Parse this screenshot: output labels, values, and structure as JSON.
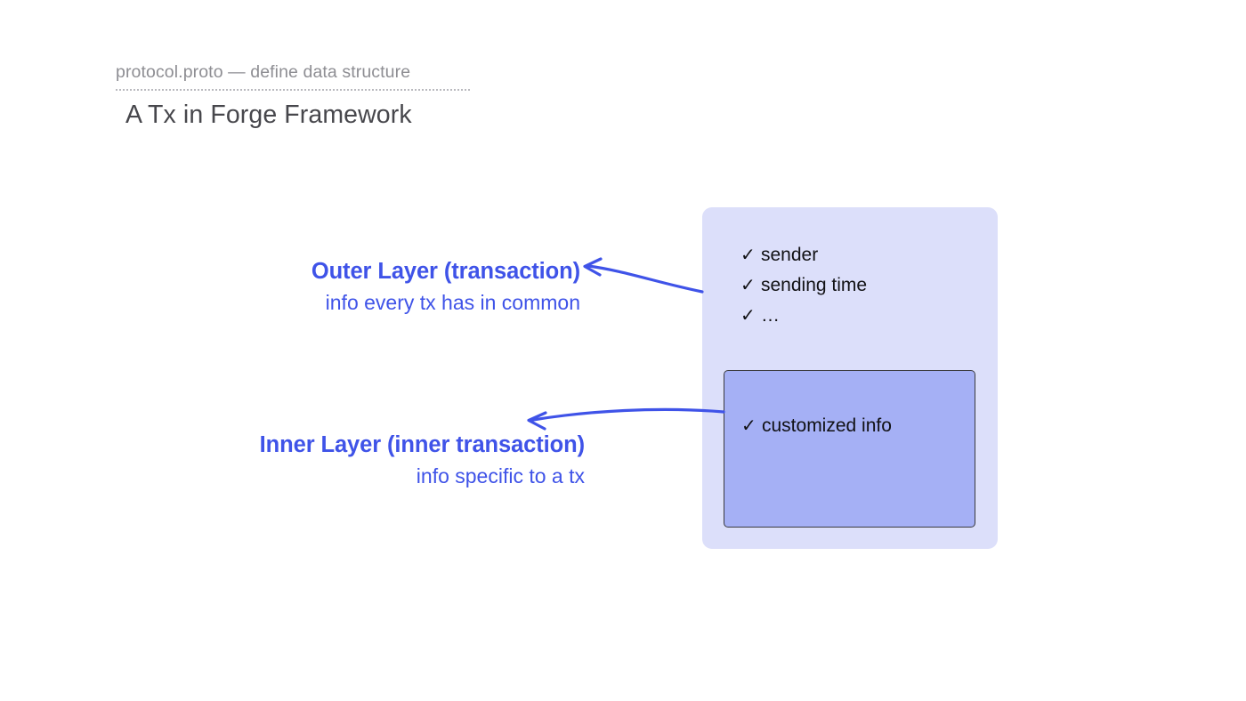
{
  "header": {
    "eyebrow": "protocol.proto — define data structure",
    "title": "A Tx in Forge Framework"
  },
  "annotations": {
    "outer": {
      "headline": "Outer Layer (transaction)",
      "sub": "info every tx has in common"
    },
    "inner": {
      "headline": "Inner Layer (inner transaction)",
      "sub": "info specific to a tx"
    }
  },
  "outer_box": {
    "items": [
      {
        "tick": "✓",
        "label": "sender"
      },
      {
        "tick": "✓",
        "label": "sending time"
      },
      {
        "tick": "✓",
        "label": "…"
      }
    ]
  },
  "inner_box": {
    "item": {
      "tick": "✓",
      "label": "customized info"
    }
  },
  "colors": {
    "accent_blue": "#3f53e8",
    "outer_box_fill": "#dcdffa",
    "inner_box_fill": "#a5b0f5",
    "inner_box_border": "#3a3a3f",
    "title_gray": "#47474c",
    "eyebrow_gray": "#8e8e93",
    "text_black": "#111114"
  }
}
